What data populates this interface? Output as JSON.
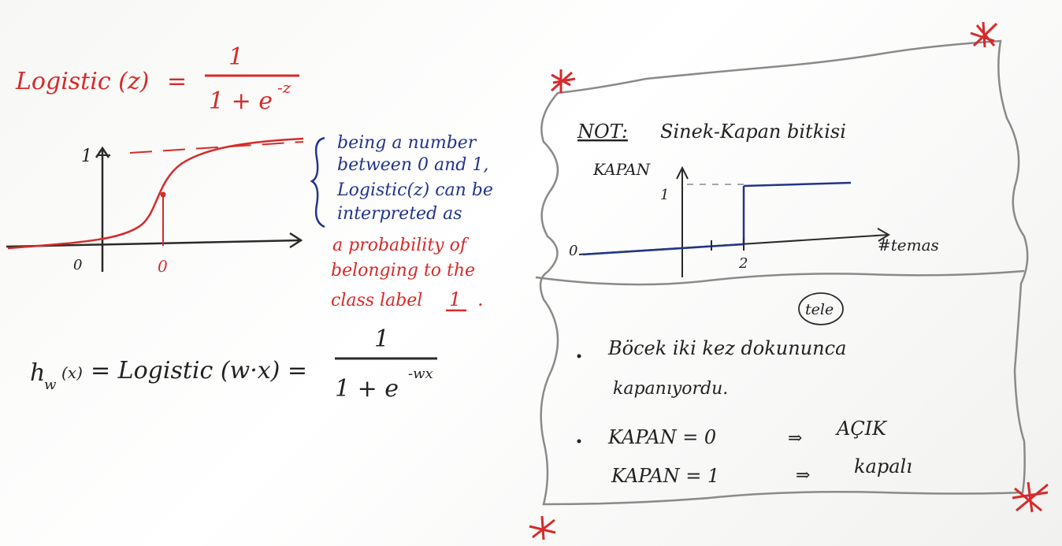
{
  "left": {
    "formula": {
      "lhs": "Logistic (z)",
      "eq": "=",
      "numerator": "1",
      "denominator": "1 + e",
      "exponent": "-z"
    },
    "plot": {
      "y_tick": "1",
      "origin_label": "0",
      "x_label": "0"
    },
    "note_blue": [
      "being a number",
      "between 0 and 1,",
      "Logistic(z) can be",
      "interpreted as"
    ],
    "note_red": [
      "a probability of",
      "belonging to the",
      "class label",
      "1",
      "."
    ],
    "hypothesis": {
      "lhs": "h",
      "sub": "w",
      "arg": "(x)",
      "rest": "= Logistic (w·x) =",
      "numerator": "1",
      "denominator": "1 + e",
      "exponent": "-wx"
    }
  },
  "right": {
    "note_title": "NOT:",
    "note_text": "Sinek-Kapan bitkisi",
    "axis_y_label": "KAPAN",
    "y_tick": "1",
    "origin": "0",
    "x_tick": "2",
    "x_label": "#temas",
    "bullets": [
      {
        "text": "Böcek iki kez dokununca",
        "circled": "tele"
      },
      {
        "text": "kapanıyordu."
      }
    ],
    "states": [
      {
        "lhs": "KAPAN = 0",
        "rhs": "AÇIK"
      },
      {
        "lhs": "KAPAN = 1",
        "rhs": "kapalı"
      }
    ]
  },
  "colors": {
    "red": "#d62a2a",
    "blue": "#23348c",
    "dark": "#222222",
    "pencil": "#8a8a8a"
  }
}
